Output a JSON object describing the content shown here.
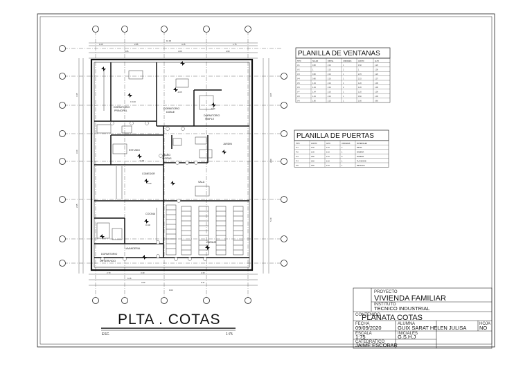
{
  "drawing": {
    "title": "PLTA . COTAS",
    "esc_label": "ESC.",
    "scale": "1:75",
    "rooms": [
      {
        "label": "DORMITORIO",
        "sub": "PRINCIPAL"
      },
      {
        "label": "DORMITORIO",
        "sub": "DOBLE"
      },
      {
        "label": "DORMITORIO",
        "sub": "SIMPLE"
      },
      {
        "label": "ESTUDIO",
        "sub": ""
      },
      {
        "label": "BAÑO",
        "sub": "VISITAS"
      },
      {
        "label": "COMEDOR",
        "sub": ""
      },
      {
        "label": "SALA",
        "sub": ""
      },
      {
        "label": "JARDIN",
        "sub": ""
      },
      {
        "label": "COCINA",
        "sub": ""
      },
      {
        "label": "LAVANDERIA",
        "sub": ""
      },
      {
        "label": "DORMITORIO",
        "sub": "DE SERVICIO"
      },
      {
        "label": "GARAJE",
        "sub": ""
      }
    ],
    "levels": [
      "± 0.00",
      "-0.05",
      "-0.10",
      "+0.00",
      "-0.00",
      "±0.00"
    ],
    "dimensions": {
      "top_total": "10.00",
      "top_row1": [
        "1.05",
        "2.85",
        "4.15",
        "1.75"
      ],
      "top_row2": [
        "3.05",
        "4.00",
        "2.60"
      ],
      "bottom_row1": [
        "2.70",
        "3.40",
        "4.15"
      ],
      "bottom_row2": [
        "6.15",
        "3.00",
        "6.11"
      ],
      "bottom_total": "9.60",
      "side": [
        "4.15",
        "3.10",
        "2.95",
        "4.05",
        "2.40",
        "5.10"
      ]
    }
  },
  "windows_table": {
    "title": "PLANILLA DE VENTANAS",
    "headers": [
      "TIPO",
      "SILLAR",
      "DINTEL",
      "UNIDADES",
      "ANCHO",
      "ALTO"
    ],
    "rows": [
      [
        "V-1",
        "0.90",
        "2.10",
        "1",
        "1.60",
        "1.20"
      ],
      [
        "V-2",
        "1",
        "2.10",
        "2",
        "1",
        "1.00"
      ],
      [
        "V-3",
        "0.90",
        "2.10",
        "1",
        "2.15",
        "1.20"
      ],
      [
        "V-4",
        "0.80",
        "2.10",
        "1",
        "2.15",
        "1.37"
      ],
      [
        "V-5",
        "1.04",
        "2.10",
        "1",
        "1.20",
        "1.06"
      ],
      [
        "V-6",
        "1.04",
        "2.10",
        "2",
        "1.20",
        "1.06"
      ],
      [
        "V-7",
        "1.04",
        "2.10",
        "1",
        "1.20",
        "1.06"
      ],
      [
        "V-8",
        "1.04",
        "2.10",
        "1",
        "0.60",
        "1.06"
      ],
      [
        "V-9",
        "1.80",
        "2.10",
        "1",
        "1.80",
        "0.60"
      ]
    ]
  },
  "doors_table": {
    "title": "PLANILLA DE PUERTAS",
    "headers": [
      "TIPO",
      "ANCHO",
      "ALTO",
      "UNIDADES",
      "MATERIALES"
    ],
    "rows": [
      [
        "P-1",
        "2.30",
        "2.10",
        "2",
        "METAL"
      ],
      [
        "P-2",
        "1.00",
        "2.10",
        "1",
        "MADERA"
      ],
      [
        "P-3",
        "0.80",
        "2.10",
        "8",
        "MADERA"
      ],
      [
        "P-4",
        "0.60",
        "2.10",
        "1",
        "PLAYWOOD"
      ],
      [
        "P-5",
        "0.60",
        "2.10",
        "1",
        "METALICA"
      ]
    ]
  },
  "title_block": {
    "proyecto_label": "PROYECTO",
    "proyecto": "VIVIENDA FAMILIAR",
    "instituto_label": "INSTITUTO",
    "instituto": "TECNICO    INDUSTRIAL",
    "contenido_label": "CONTENIDO",
    "contenido": "PLANATA COTAS",
    "fecha_label": "FECHA",
    "fecha": "09/09/2020",
    "alumna_label": "ALUMNA",
    "alumna": "GUIX SARAT HELEN JULISA",
    "hoja_label": "HOJA",
    "hoja": "NO",
    "escala_label": "ESCALA",
    "escala": "1:75",
    "iniciales_label": "INICIALES",
    "iniciales": "G.S.H.J",
    "catedratico_label": "CATEDRATICO",
    "catedratico": "JAIME ESCOBAR"
  }
}
